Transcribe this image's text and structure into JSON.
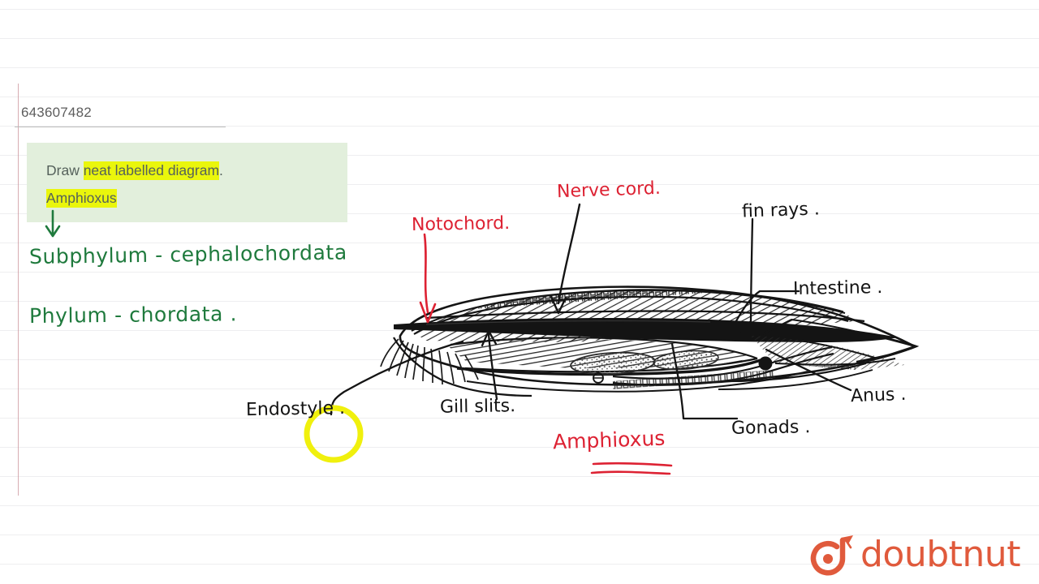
{
  "header": {
    "question_id": "643607482"
  },
  "answer_box": {
    "line1_prefix": "Draw ",
    "line1_highlight": "neat labelled diagram",
    "line1_suffix": ".",
    "line2_highlight": "Amphioxus",
    "background_color": "#e2efdc",
    "highlight_color": "#eaf60c"
  },
  "handwritten_notes": {
    "subphylum": "Subphylum - cephalochordata",
    "phylum": "Phylum - chordata .",
    "ink_color": "#1f7a3d"
  },
  "diagram": {
    "title": "Amphioxus",
    "labels": [
      {
        "id": "notochord",
        "text": "Notochord.",
        "color": "#dd2233"
      },
      {
        "id": "nerve-cord",
        "text": "Nerve cord.",
        "color": "#dd2233"
      },
      {
        "id": "fin-rays",
        "text": "fin rays .",
        "color": "#141414"
      },
      {
        "id": "intestine",
        "text": "Intestine .",
        "color": "#141414"
      },
      {
        "id": "anus",
        "text": "Anus .",
        "color": "#141414"
      },
      {
        "id": "gonads",
        "text": "Gonads .",
        "color": "#141414"
      },
      {
        "id": "gill-slits",
        "text": "Gill slits.",
        "color": "#141414"
      },
      {
        "id": "endostyle",
        "text": "Endostyle .",
        "color": "#141414"
      },
      {
        "id": "amphioxus",
        "text": "Amphioxus",
        "color": "#dd2233"
      }
    ],
    "annotation_circle_color": "#f0f00d"
  },
  "branding": {
    "logo_text": "doubtnut",
    "logo_color": "#e05a3c"
  }
}
